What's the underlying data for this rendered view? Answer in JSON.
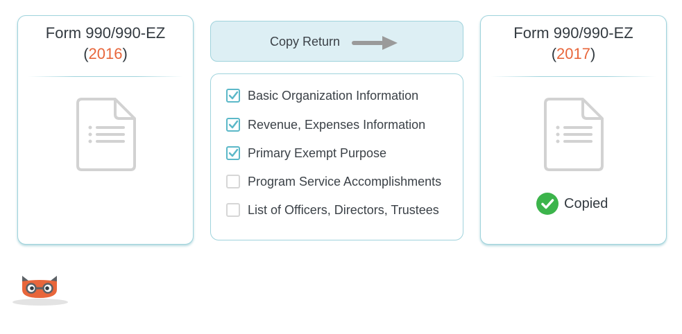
{
  "source_form": {
    "title_prefix": "Form 990/990-EZ",
    "open_paren": "(",
    "year": "2016",
    "close_paren": ")",
    "icon": "document-icon"
  },
  "copy_button": {
    "label": "Copy Return",
    "icon": "arrow-right-icon"
  },
  "options": {
    "items": [
      {
        "label": "Basic Organization Information",
        "checked": true
      },
      {
        "label": "Revenue, Expenses Information",
        "checked": true
      },
      {
        "label": "Primary Exempt Purpose",
        "checked": true
      },
      {
        "label": "Program Service Accomplishments",
        "checked": false
      },
      {
        "label": "List of Officers, Directors, Trustees",
        "checked": false
      }
    ]
  },
  "target_form": {
    "title_prefix": "Form 990/990-EZ",
    "open_paren": "(",
    "year": "2017",
    "close_paren": ")",
    "icon": "document-icon",
    "status": {
      "label": "Copied",
      "icon": "check-circle-icon"
    }
  },
  "mascot": {
    "icon": "owl-glasses-logo"
  },
  "colors": {
    "accent_teal": "#5bb8c8",
    "year_orange": "#e8663b",
    "success_green": "#3cb44b",
    "button_bg": "#ddeff4"
  }
}
